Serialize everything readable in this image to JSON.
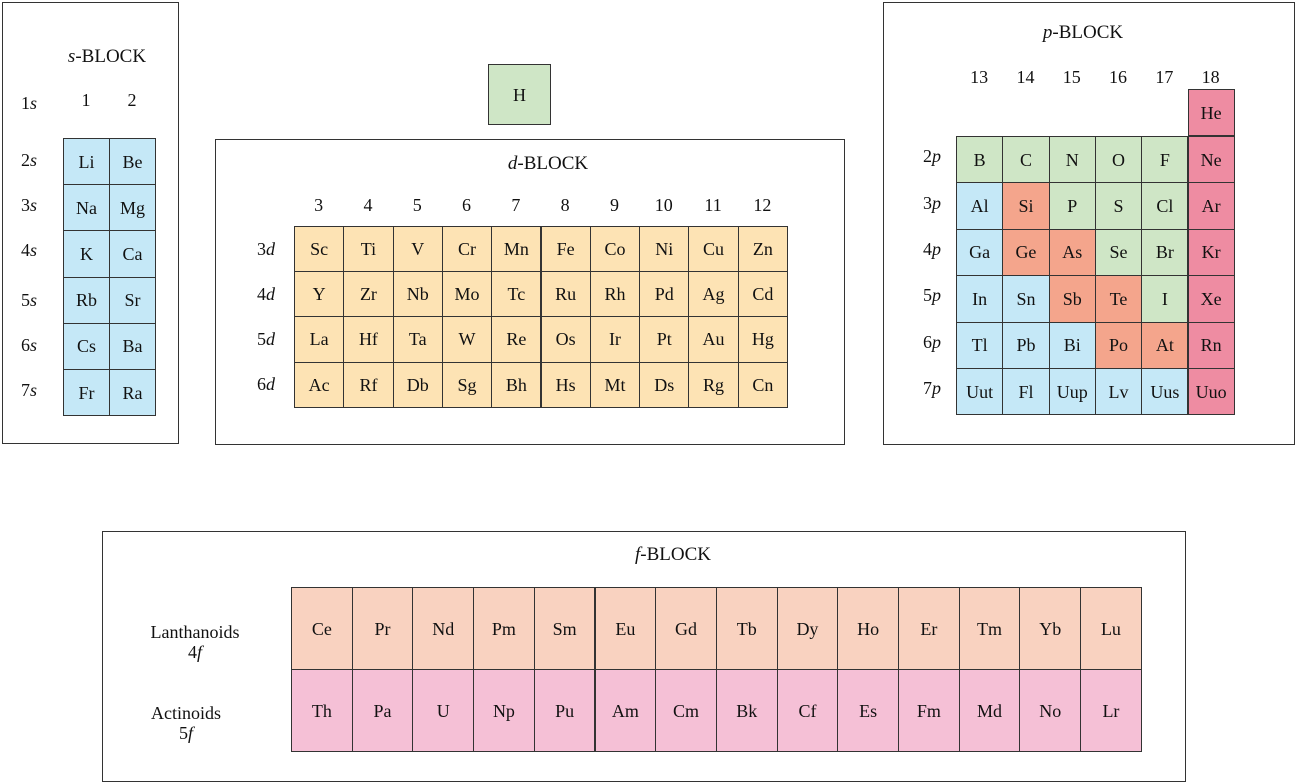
{
  "colors": {
    "s_block": "#c5e8f7",
    "d_block": "#fde3b4",
    "p_nonmetal": "#cfe6c6",
    "p_metalloid": "#f4a58c",
    "p_noble_gas": "#ee8ca2",
    "lanthanoid": "#f9d2c0",
    "actinoid": "#f5c0d6"
  },
  "hydrogen": "H",
  "s_block": {
    "title_italic": "s",
    "title_rest": "-BLOCK",
    "groups": [
      "1",
      "2"
    ],
    "orbitals": [
      {
        "n": "1",
        "l": "s"
      },
      {
        "n": "2",
        "l": "s"
      },
      {
        "n": "3",
        "l": "s"
      },
      {
        "n": "4",
        "l": "s"
      },
      {
        "n": "5",
        "l": "s"
      },
      {
        "n": "6",
        "l": "s"
      },
      {
        "n": "7",
        "l": "s"
      }
    ],
    "rows": [
      [
        "Li",
        "Be"
      ],
      [
        "Na",
        "Mg"
      ],
      [
        "K",
        "Ca"
      ],
      [
        "Rb",
        "Sr"
      ],
      [
        "Cs",
        "Ba"
      ],
      [
        "Fr",
        "Ra"
      ]
    ]
  },
  "d_block": {
    "title_italic": "d",
    "title_rest": "-BLOCK",
    "groups": [
      "3",
      "4",
      "5",
      "6",
      "7",
      "8",
      "9",
      "10",
      "11",
      "12"
    ],
    "orbitals": [
      {
        "n": "3",
        "l": "d"
      },
      {
        "n": "4",
        "l": "d"
      },
      {
        "n": "5",
        "l": "d"
      },
      {
        "n": "6",
        "l": "d"
      }
    ],
    "rows": [
      [
        "Sc",
        "Ti",
        "V",
        "Cr",
        "Mn",
        "Fe",
        "Co",
        "Ni",
        "Cu",
        "Zn"
      ],
      [
        "Y",
        "Zr",
        "Nb",
        "Mo",
        "Tc",
        "Ru",
        "Rh",
        "Pd",
        "Ag",
        "Cd"
      ],
      [
        "La",
        "Hf",
        "Ta",
        "W",
        "Re",
        "Os",
        "Ir",
        "Pt",
        "Au",
        "Hg"
      ],
      [
        "Ac",
        "Rf",
        "Db",
        "Sg",
        "Bh",
        "Hs",
        "Mt",
        "Ds",
        "Rg",
        "Cn"
      ]
    ]
  },
  "p_block": {
    "title_italic": "p",
    "title_rest": "-BLOCK",
    "groups": [
      "13",
      "14",
      "15",
      "16",
      "17",
      "18"
    ],
    "helium": "He",
    "orbitals": [
      {
        "n": "2",
        "l": "p"
      },
      {
        "n": "3",
        "l": "p"
      },
      {
        "n": "4",
        "l": "p"
      },
      {
        "n": "5",
        "l": "p"
      },
      {
        "n": "6",
        "l": "p"
      },
      {
        "n": "7",
        "l": "p"
      }
    ],
    "rows": [
      [
        {
          "s": "B",
          "c": "green"
        },
        {
          "s": "C",
          "c": "green"
        },
        {
          "s": "N",
          "c": "green"
        },
        {
          "s": "O",
          "c": "green"
        },
        {
          "s": "F",
          "c": "green"
        },
        {
          "s": "Ne",
          "c": "pink"
        }
      ],
      [
        {
          "s": "Al",
          "c": "blue"
        },
        {
          "s": "Si",
          "c": "salmon"
        },
        {
          "s": "P",
          "c": "green"
        },
        {
          "s": "S",
          "c": "green"
        },
        {
          "s": "Cl",
          "c": "green"
        },
        {
          "s": "Ar",
          "c": "pink"
        }
      ],
      [
        {
          "s": "Ga",
          "c": "blue"
        },
        {
          "s": "Ge",
          "c": "salmon"
        },
        {
          "s": "As",
          "c": "salmon"
        },
        {
          "s": "Se",
          "c": "green"
        },
        {
          "s": "Br",
          "c": "green"
        },
        {
          "s": "Kr",
          "c": "pink"
        }
      ],
      [
        {
          "s": "In",
          "c": "blue"
        },
        {
          "s": "Sn",
          "c": "blue"
        },
        {
          "s": "Sb",
          "c": "salmon"
        },
        {
          "s": "Te",
          "c": "salmon"
        },
        {
          "s": "I",
          "c": "green"
        },
        {
          "s": "Xe",
          "c": "pink"
        }
      ],
      [
        {
          "s": "Tl",
          "c": "blue"
        },
        {
          "s": "Pb",
          "c": "blue"
        },
        {
          "s": "Bi",
          "c": "blue"
        },
        {
          "s": "Po",
          "c": "salmon"
        },
        {
          "s": "At",
          "c": "salmon"
        },
        {
          "s": "Rn",
          "c": "pink"
        }
      ],
      [
        {
          "s": "Uut",
          "c": "blue"
        },
        {
          "s": "Fl",
          "c": "blue"
        },
        {
          "s": "Uup",
          "c": "blue"
        },
        {
          "s": "Lv",
          "c": "blue"
        },
        {
          "s": "Uus",
          "c": "blue"
        },
        {
          "s": "Uuo",
          "c": "pink"
        }
      ]
    ]
  },
  "f_block": {
    "title_italic": "f",
    "title_rest": "-BLOCK",
    "lanthanoids_label": "Lanthanoids",
    "lanthanoids_orbital": {
      "n": "4",
      "l": "f"
    },
    "actinoids_label": "Actinoids",
    "actinoids_orbital": {
      "n": "5",
      "l": "f"
    },
    "lanthanoids": [
      "Ce",
      "Pr",
      "Nd",
      "Pm",
      "Sm",
      "Eu",
      "Gd",
      "Tb",
      "Dy",
      "Ho",
      "Er",
      "Tm",
      "Yb",
      "Lu"
    ],
    "actinoids": [
      "Th",
      "Pa",
      "U",
      "Np",
      "Pu",
      "Am",
      "Cm",
      "Bk",
      "Cf",
      "Es",
      "Fm",
      "Md",
      "No",
      "Lr"
    ]
  }
}
